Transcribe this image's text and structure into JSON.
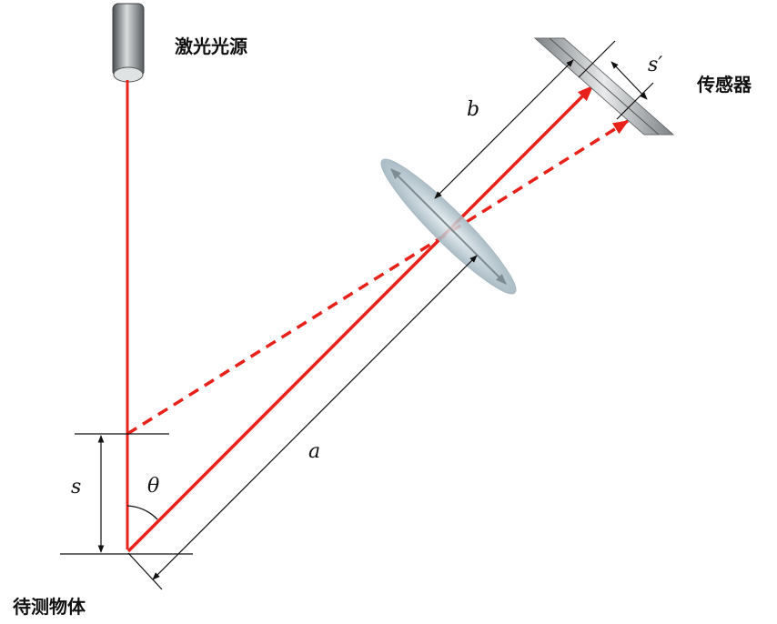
{
  "labels": {
    "laser_source": "激光光源",
    "sensor": "传感器",
    "target_object": "待测物体",
    "dist_b": "b",
    "dist_s_prime": "s′",
    "dist_a": "a",
    "dist_s": "s",
    "angle_theta": "θ"
  },
  "colors": {
    "beam": "#e8221b",
    "dimension_line": "#111111",
    "lens_fill": "#b7c7cf",
    "laser_body": "#6f7477",
    "sensor_body": "#9ea3a6"
  }
}
